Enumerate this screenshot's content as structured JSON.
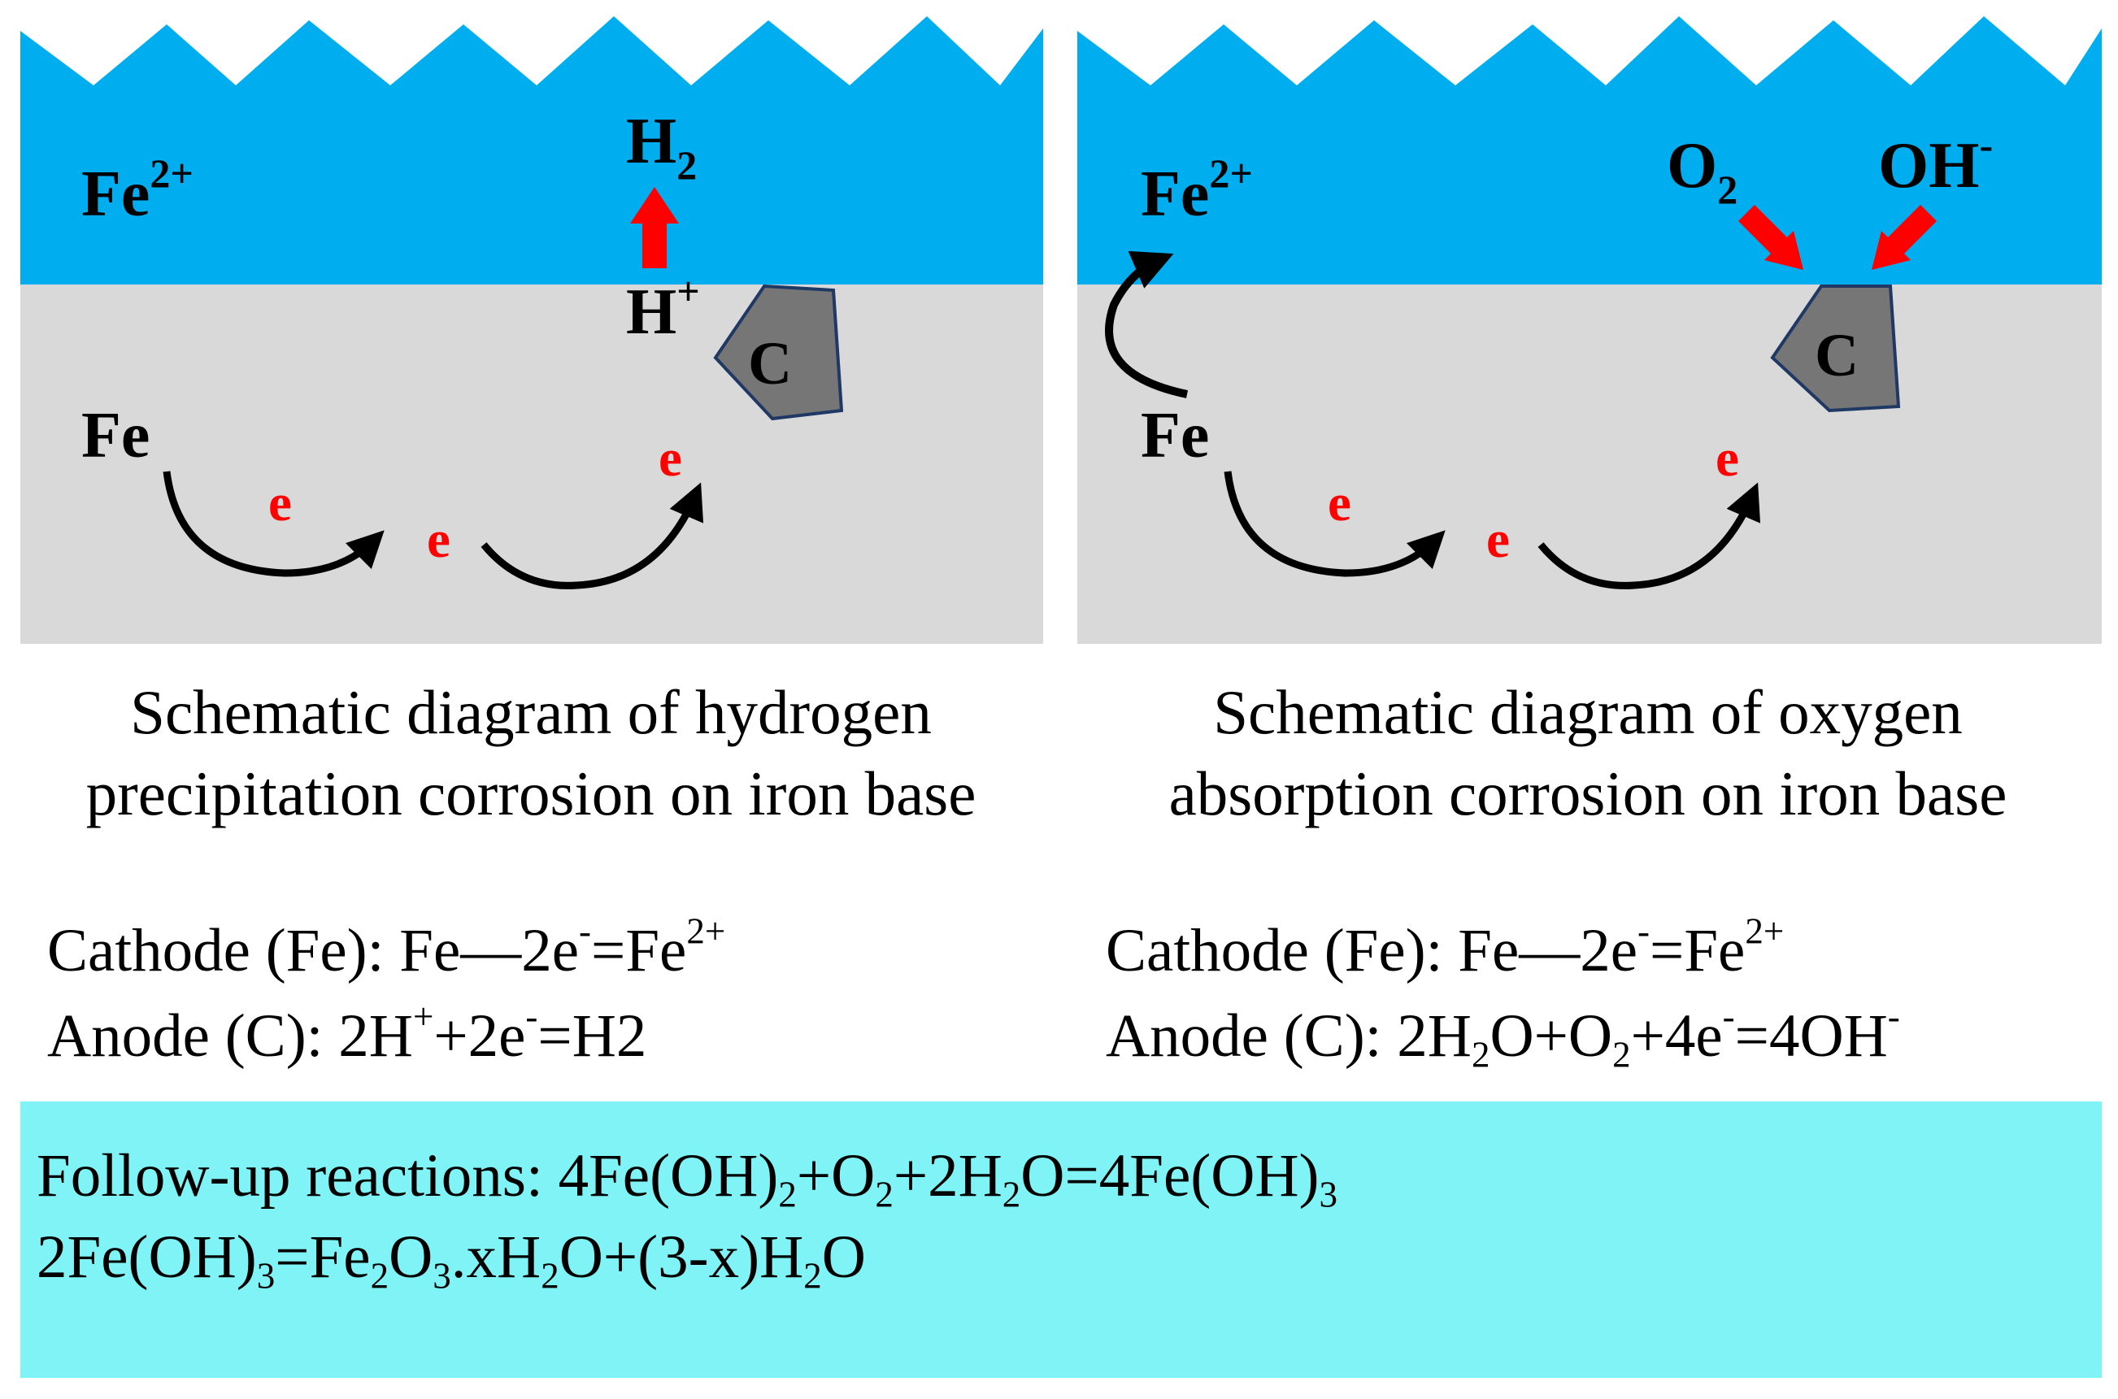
{
  "colors": {
    "electrolyte": "#00aeef",
    "metal": "#d9d9d9",
    "carbon": "#767676",
    "carbon_border": "#1f3864",
    "electron": "#ff0000",
    "ion_arrow": "#ff0000",
    "followup_bg": "#7ff3f5"
  },
  "left_panel": {
    "labels": {
      "fe_ion": "Fe",
      "fe_ion_charge": "2+",
      "h2": "H",
      "h2_sub": "2",
      "h_plus": "H",
      "h_plus_charge": "+",
      "carbon": "C",
      "fe": "Fe",
      "e1": "e",
      "e2": "e",
      "e3": "e"
    },
    "caption_line1": "Schematic diagram of hydrogen",
    "caption_line2": "precipitation corrosion on iron base",
    "eq1": {
      "a": "Cathode (Fe): Fe—2e",
      "b": "-",
      "c": "=Fe",
      "d": "2+"
    },
    "eq2": {
      "a": "Anode (C): 2H",
      "b": "+",
      "c": "+2e",
      "d": "-",
      "e": "=H2"
    }
  },
  "right_panel": {
    "labels": {
      "fe_ion": "Fe",
      "fe_ion_charge": "2+",
      "o2": "O",
      "o2_sub": "2",
      "oh": "OH",
      "oh_charge": "-",
      "carbon": "C",
      "fe": "Fe",
      "e1": "e",
      "e2": "e",
      "e3": "e"
    },
    "caption_line1": "Schematic diagram of oxygen",
    "caption_line2": "absorption corrosion on iron base",
    "eq1": {
      "a": "Cathode (Fe): Fe—2e",
      "b": "-",
      "c": "=Fe",
      "d": "2+"
    },
    "eq2": {
      "a": "Anode (C): 2H",
      "b": "2",
      "c": "O+O",
      "d": "2",
      "e": "+4e",
      "f": "-",
      "g": "=4OH",
      "h": "-"
    }
  },
  "followup": {
    "line1": {
      "a": "Follow-up reactions: 4Fe(OH)",
      "b": "2",
      "c": "+O",
      "d": "2",
      "e": "+2H",
      "f": "2",
      "g": "O=4Fe(OH)",
      "h": "3"
    },
    "line2": {
      "a": "2Fe(OH)",
      "b": "3",
      "c": "=Fe",
      "d": "2",
      "e": "O",
      "f": "3",
      "g": ".xH",
      "h": "2",
      "i": "O+(3-x)H",
      "j": "2",
      "k": "O"
    }
  }
}
